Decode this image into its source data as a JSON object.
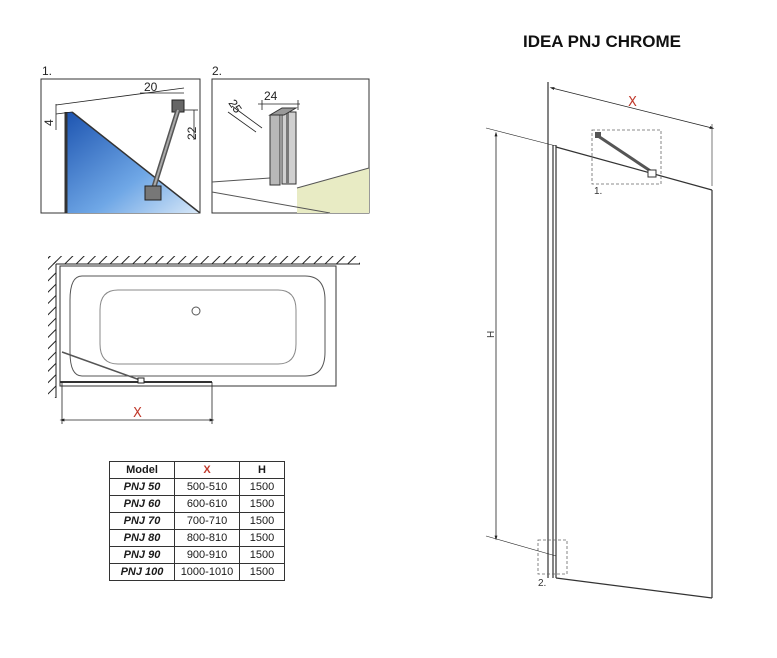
{
  "title": "IDEA PNJ CHROME",
  "detail1": {
    "label": "1.",
    "dim_width": "20",
    "dim_top": "4",
    "dim_height": "22"
  },
  "detail2": {
    "label": "2.",
    "dim_diag": "25",
    "dim_width": "24"
  },
  "plan": {
    "dim_x": "X"
  },
  "elevation": {
    "dim_x": "X",
    "dim_h": "H",
    "callout1": "1.",
    "callout2": "2."
  },
  "table": {
    "headers": {
      "model": "Model",
      "x": "X",
      "h": "H"
    },
    "rows": [
      {
        "model": "PNJ 50",
        "x": "500-510",
        "h": "1500"
      },
      {
        "model": "PNJ 60",
        "x": "600-610",
        "h": "1500"
      },
      {
        "model": "PNJ 70",
        "x": "700-710",
        "h": "1500"
      },
      {
        "model": "PNJ 80",
        "x": "800-810",
        "h": "1500"
      },
      {
        "model": "PNJ 90",
        "x": "900-910",
        "h": "1500"
      },
      {
        "model": "PNJ 100",
        "x": "1000-1010",
        "h": "1500"
      }
    ]
  },
  "colors": {
    "accent_x": "#c0392b",
    "glass": "#2f6fc4",
    "floor": "#e8ebc4"
  }
}
